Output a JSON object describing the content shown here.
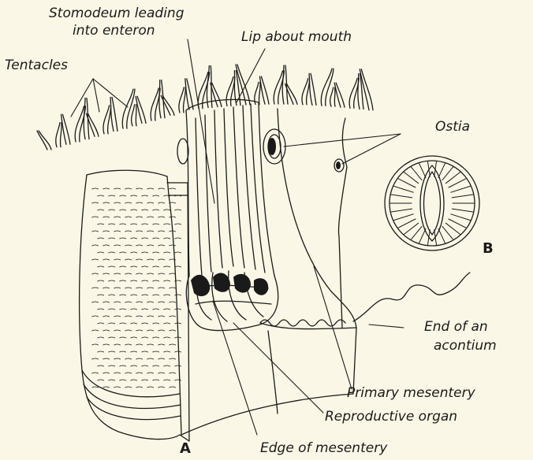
{
  "labels": {
    "stomodeum_line1": "Stomodeum leading",
    "stomodeum_line2": "into enteron",
    "lip": "Lip about mouth",
    "tentacles": "Tentacles",
    "ostia": "Ostia",
    "b": "B",
    "acontium_line1": "End of an",
    "acontium_line2": "acontium",
    "primary_mesentery": "Primary mesentery",
    "reproductive_organ": "Reproductive organ",
    "edge_of_mesentery": "Edge of mesentery",
    "a": "A"
  },
  "colors": {
    "background": "#fbf7e6",
    "ink": "#1a1a1a"
  }
}
